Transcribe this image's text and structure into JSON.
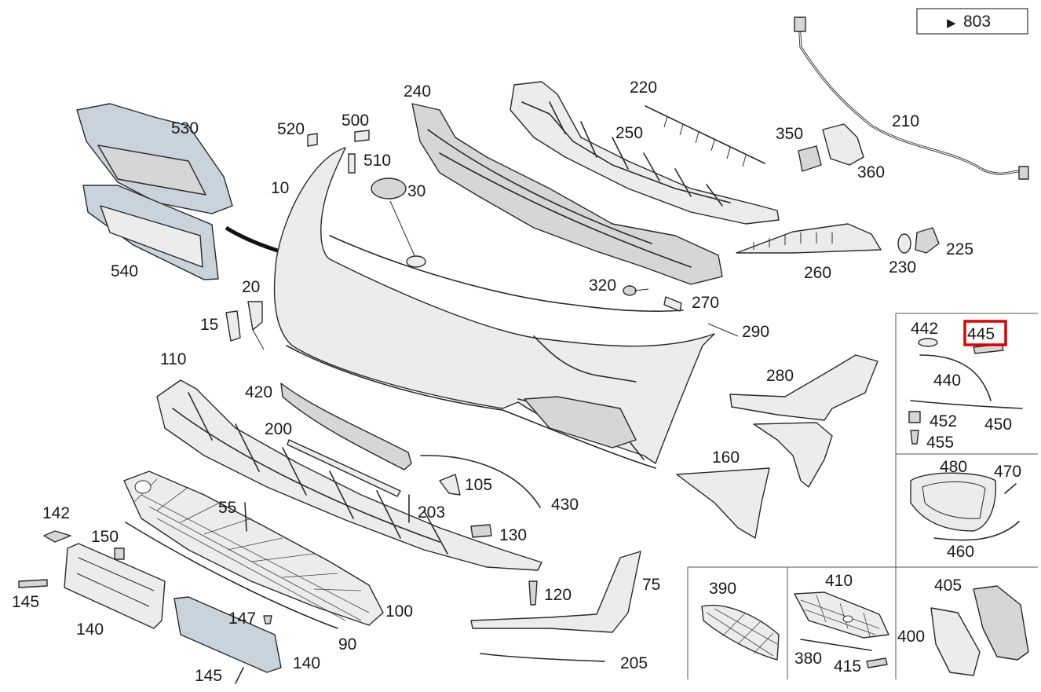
{
  "reference": {
    "arrow": "▶",
    "code": "803"
  },
  "callouts": [
    {
      "id": "10",
      "text": "10"
    },
    {
      "id": "15",
      "text": "15"
    },
    {
      "id": "20",
      "text": "20"
    },
    {
      "id": "30",
      "text": "30"
    },
    {
      "id": "55",
      "text": "55"
    },
    {
      "id": "75",
      "text": "75"
    },
    {
      "id": "90",
      "text": "90"
    },
    {
      "id": "100",
      "text": "100"
    },
    {
      "id": "105",
      "text": "105"
    },
    {
      "id": "110",
      "text": "110"
    },
    {
      "id": "120",
      "text": "120"
    },
    {
      "id": "130",
      "text": "130"
    },
    {
      "id": "140a",
      "text": "140"
    },
    {
      "id": "140b",
      "text": "140"
    },
    {
      "id": "142",
      "text": "142"
    },
    {
      "id": "145a",
      "text": "145"
    },
    {
      "id": "145b",
      "text": "145"
    },
    {
      "id": "147",
      "text": "147"
    },
    {
      "id": "150",
      "text": "150"
    },
    {
      "id": "160",
      "text": "160"
    },
    {
      "id": "200",
      "text": "200"
    },
    {
      "id": "203",
      "text": "203"
    },
    {
      "id": "205",
      "text": "205"
    },
    {
      "id": "210",
      "text": "210"
    },
    {
      "id": "220",
      "text": "220"
    },
    {
      "id": "225",
      "text": "225"
    },
    {
      "id": "230",
      "text": "230"
    },
    {
      "id": "240",
      "text": "240"
    },
    {
      "id": "250",
      "text": "250"
    },
    {
      "id": "260",
      "text": "260"
    },
    {
      "id": "270",
      "text": "270"
    },
    {
      "id": "280",
      "text": "280"
    },
    {
      "id": "290",
      "text": "290"
    },
    {
      "id": "320",
      "text": "320"
    },
    {
      "id": "350",
      "text": "350"
    },
    {
      "id": "360",
      "text": "360"
    },
    {
      "id": "380",
      "text": "380"
    },
    {
      "id": "390",
      "text": "390"
    },
    {
      "id": "400",
      "text": "400"
    },
    {
      "id": "405",
      "text": "405"
    },
    {
      "id": "410",
      "text": "410"
    },
    {
      "id": "415",
      "text": "415"
    },
    {
      "id": "420",
      "text": "420"
    },
    {
      "id": "430",
      "text": "430"
    },
    {
      "id": "440",
      "text": "440"
    },
    {
      "id": "442",
      "text": "442"
    },
    {
      "id": "445",
      "text": "445"
    },
    {
      "id": "450",
      "text": "450"
    },
    {
      "id": "452",
      "text": "452"
    },
    {
      "id": "455",
      "text": "455"
    },
    {
      "id": "460",
      "text": "460"
    },
    {
      "id": "470",
      "text": "470"
    },
    {
      "id": "480",
      "text": "480"
    },
    {
      "id": "500",
      "text": "500"
    },
    {
      "id": "510",
      "text": "510"
    },
    {
      "id": "520",
      "text": "520"
    },
    {
      "id": "530",
      "text": "530"
    },
    {
      "id": "540",
      "text": "540"
    }
  ],
  "highlighted_part": "445",
  "colors": {
    "highlight": "#e00000",
    "line": "#2a2a2a",
    "part_fill": "#ececec",
    "background": "#ffffff"
  }
}
